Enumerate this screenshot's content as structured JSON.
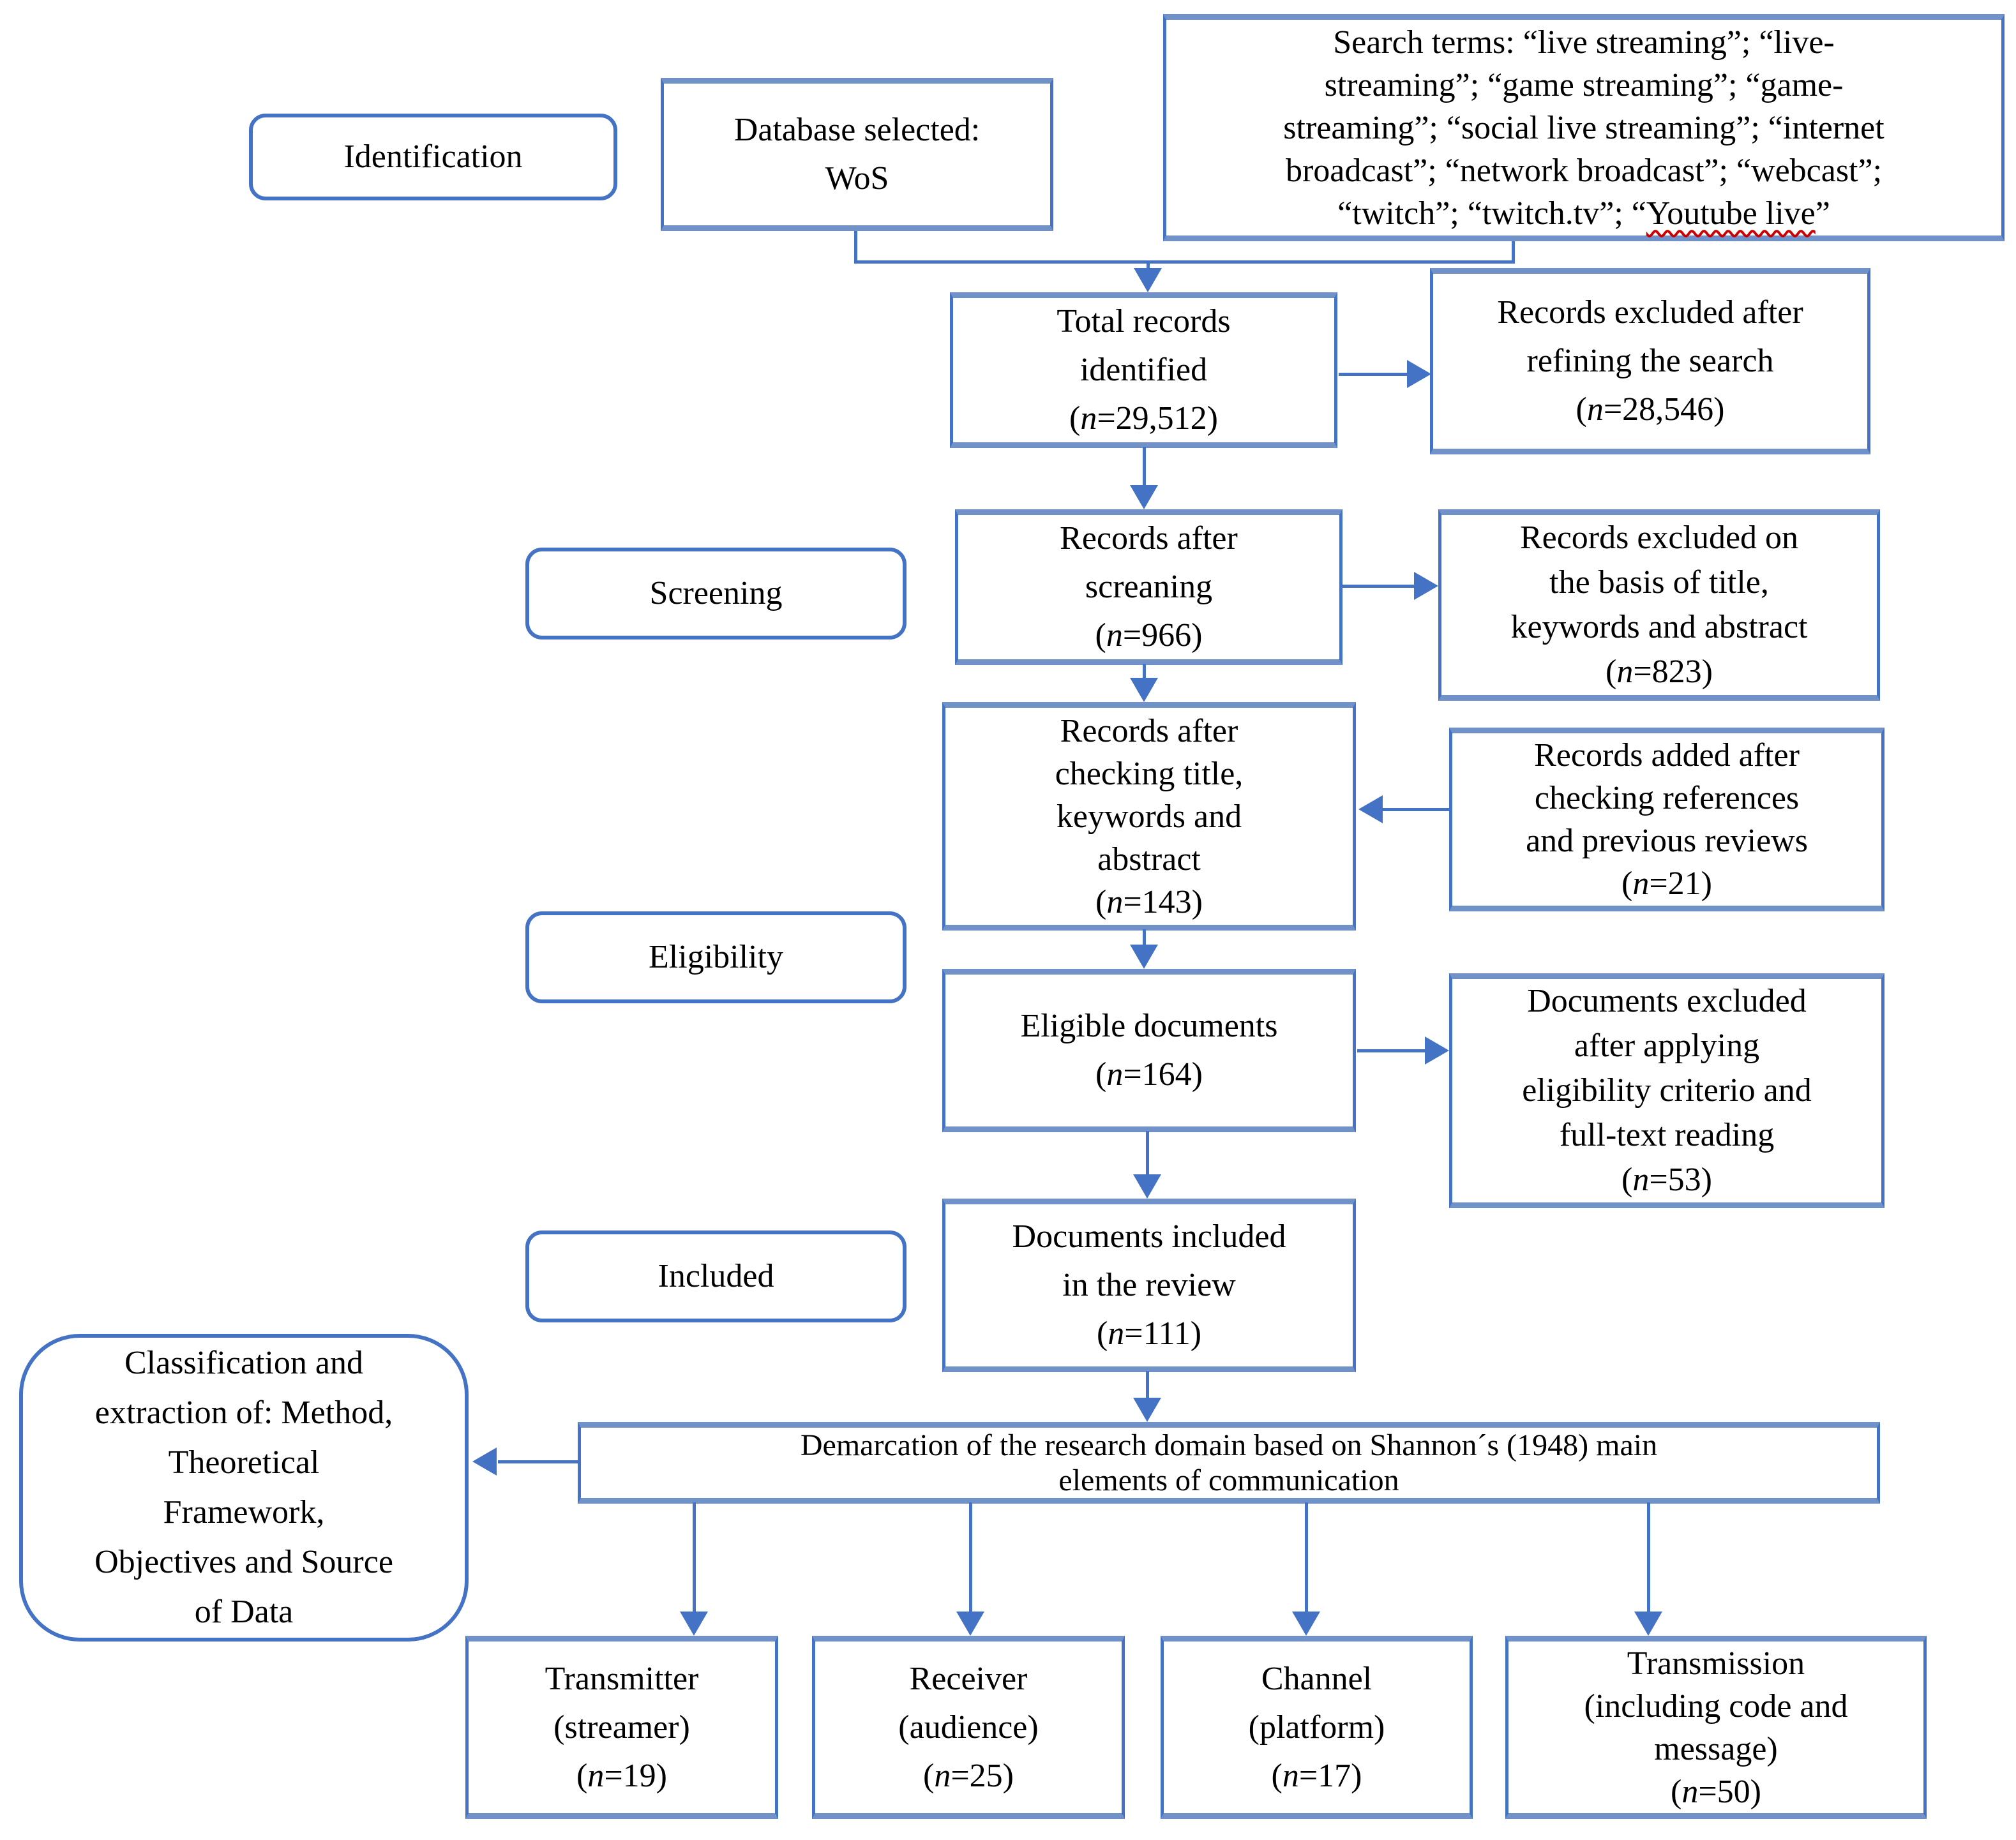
{
  "colors": {
    "accent": "#4472C4",
    "bar": "#7191C9",
    "spell": "#CC0000",
    "text": "#000000",
    "background": "#FFFFFF"
  },
  "spellcheck_substring": "Youtube live",
  "stages": {
    "identification": "Identification",
    "screening": "Screening",
    "eligibility": "Eligibility",
    "included": "Included"
  },
  "boxes": {
    "database": {
      "lines": [
        "Database selected:",
        "WoS"
      ]
    },
    "search_terms": {
      "lines": [
        "Search terms: “live streaming”; “live-",
        "streaming”; “game streaming”; “game-",
        "streaming”; “social live streaming”; “internet",
        "broadcast”; “network broadcast”; “webcast”;",
        "“twitch”; “twitch.tv”; “Youtube live”"
      ]
    },
    "total_records": {
      "lines": [
        "Total records",
        "identified",
        "(n=29,512)"
      ]
    },
    "excluded_refining": {
      "lines": [
        "Records excluded after",
        "refining the search",
        "(n=28,546)"
      ]
    },
    "after_screening": {
      "lines": [
        "Records after",
        "screaning",
        "(n=966)"
      ]
    },
    "excluded_title": {
      "lines": [
        "Records excluded on",
        "the basis of title,",
        "keywords and abstract",
        "(n=823)"
      ]
    },
    "after_checking": {
      "lines": [
        "Records after",
        "checking title,",
        "keywords and",
        "abstract",
        "(n=143)"
      ]
    },
    "added_references": {
      "lines": [
        "Records added after",
        "checking references",
        "and previous reviews",
        "(n=21)"
      ]
    },
    "eligible": {
      "lines": [
        "Eligible documents",
        "(n=164)"
      ]
    },
    "excluded_eligibility": {
      "lines": [
        "Documents excluded",
        "after applying",
        "eligibility criterio and",
        "full-text reading",
        "(n=53)"
      ]
    },
    "included_review": {
      "lines": [
        "Documents included",
        "in the review",
        "(n=111)"
      ]
    },
    "classification": {
      "lines": [
        "Classification and",
        "extraction of: Method,",
        "Theoretical",
        "Framework,",
        "Objectives and Source",
        "of Data"
      ]
    },
    "demarcation": {
      "lines": [
        "Demarcation of the research domain based on Shannon´s (1948) main",
        "elements of communication"
      ]
    },
    "transmitter": {
      "lines": [
        "Transmitter",
        "(streamer)",
        "(n=19)"
      ]
    },
    "receiver": {
      "lines": [
        "Receiver",
        "(audience)",
        "(n=25)"
      ]
    },
    "channel": {
      "lines": [
        "Channel",
        "(platform)",
        "(n=17)"
      ]
    },
    "transmission": {
      "lines": [
        "Transmission",
        "(including code and",
        "message)",
        "(n=50)"
      ]
    }
  }
}
